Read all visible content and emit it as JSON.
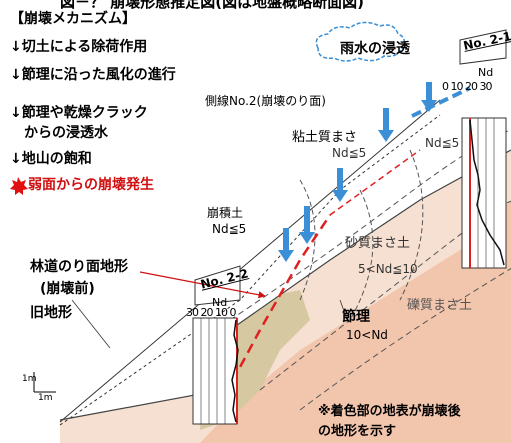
{
  "header": {
    "title_fragment": "図－？ 崩壊形態推定図(図は地盤概略断面図)"
  },
  "mechanism": {
    "title": "【崩壊メカニズム】",
    "items": [
      "↓切土による除荷作用",
      "↓節理に沿った風化の進行",
      "↓節理や乾燥クラック",
      "　からの浸透水",
      "↓地山の飽和",
      "弱面からの崩壊発生"
    ]
  },
  "rain_label": "雨水の浸透",
  "section_line": "側線No.2(崩壊のり面)",
  "layers": {
    "clay": "粘土質まさ",
    "clay_nd": "Nd≦5",
    "clay_nd_right": "Nd≦5",
    "colluvium": "崩積土",
    "colluvium_nd": "Nd≦5",
    "sandy": "砂質まさ土",
    "sandy_nd": "5<Nd≦10",
    "gravel": "礫質まさ土",
    "joint": "節理",
    "joint_nd": "10<Nd"
  },
  "annotations": {
    "forest_road": "林道のり面地形",
    "before_collapse": "(崩壊前)",
    "old_terrain": "旧地形",
    "note_line1": "※着色部の地表が崩壊後",
    "note_line2": "の地形を示す"
  },
  "boreholes": {
    "b1": {
      "label": "No. 2-1",
      "nd": "Nd",
      "scale": "0 10 20 30"
    },
    "b2": {
      "label": "No. 2-2",
      "nd": "Nd",
      "scale": "30 20 10 0"
    }
  },
  "scale_bar": {
    "vertical": "1m",
    "horizontal": "1m"
  },
  "colors": {
    "rain_arrow": "#3a8fd6",
    "failure_line": "#e02020",
    "clay_fill": "#d4c6a0",
    "sandy_fill": "#f4d9c8",
    "gravel_fill": "#f0c0a8",
    "burst_icon": "#e01010"
  }
}
